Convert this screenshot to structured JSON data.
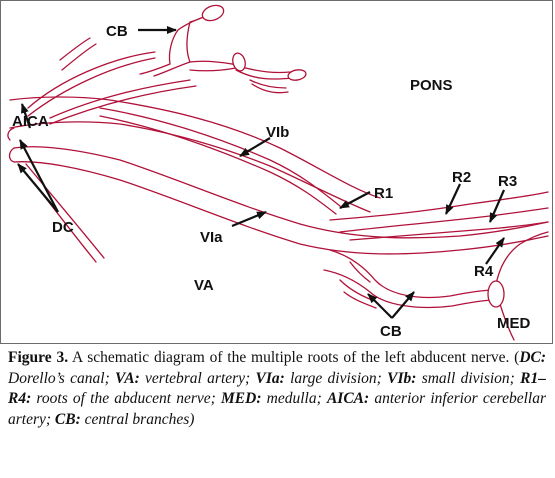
{
  "diagram": {
    "labels": {
      "cb_top": "CB",
      "pons": "PONS",
      "aica": "AICA",
      "vib": "VIb",
      "r1": "R1",
      "r2": "R2",
      "r3": "R3",
      "dc": "DC",
      "via": "VIa",
      "r4": "R4",
      "va": "VA",
      "cb_bottom": "CB",
      "med": "MED"
    },
    "colors": {
      "vessel": "#b0123a",
      "arrow": "#111111",
      "frame": "#6b6b6b"
    }
  },
  "caption": {
    "figure_label": "Figure 3.",
    "intro": " A schematic diagram of the multiple roots of the left abducent nerve. (",
    "defs": [
      {
        "abbr": "DC:",
        "text": " Dorello’s canal; "
      },
      {
        "abbr": "VA:",
        "text": " vertebral artery; "
      },
      {
        "abbr": "VIa:",
        "text": " large division; "
      },
      {
        "abbr": "VIb:",
        "text": " small division; "
      },
      {
        "abbr": "R1–R4:",
        "text": " roots of the abducent nerve; "
      },
      {
        "abbr": "MED:",
        "text": " medulla; "
      },
      {
        "abbr": "AICA:",
        "text": " anterior inferior cerebellar artery; "
      },
      {
        "abbr": "CB:",
        "text": " central branches)"
      }
    ]
  }
}
